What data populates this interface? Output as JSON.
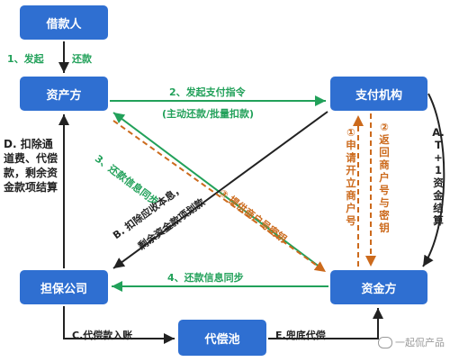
{
  "nodes": {
    "borrower": "借款人",
    "asset_party": "资产方",
    "payment_org": "支付机构",
    "guarantor": "担保公司",
    "fund_party": "资金方",
    "compensation_pool": "代偿池"
  },
  "edges": {
    "initiate": "1、发起",
    "repay": "还款",
    "payment_instruction": "2、发起支付指令",
    "payment_instruction_sub": "(主动还款/批量扣款)",
    "repay_sync_3": "3、还款信息同步",
    "merchant_key": "③ 提供商户号密钥",
    "repay_sync_4": "4、还款信息同步",
    "deduct_d": "D. 扣除通道费、代偿款，剩余资金款项结算",
    "deduct_b_line1": "B. 扣除应收本息，",
    "deduct_b_line2": "剩余资金款项划款",
    "apply_merchant": "①申请开立商户号",
    "return_merchant": "②返回商户号与密钥",
    "t1_settlement": "A.T+1资金结算",
    "comp_to_account": "C.代偿款入账",
    "backstop": "E.兜底代偿"
  },
  "watermark": "一起侃产品",
  "colors": {
    "node_fill": "#2f6fd1",
    "green": "#22a15a",
    "orange": "#cc6a1c",
    "dark": "#222222"
  }
}
